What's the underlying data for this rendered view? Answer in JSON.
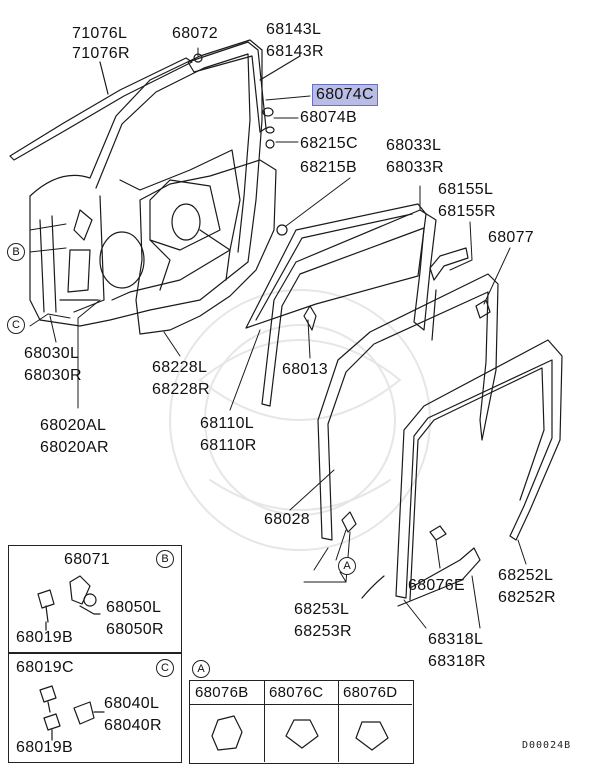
{
  "diagram_code": "D00024B",
  "labels": {
    "l71076": "71076L",
    "r71076": "71076R",
    "p68072": "68072",
    "l68143": "68143L",
    "r68143": "68143R",
    "p68074c": "68074C",
    "p68074b": "68074B",
    "l68215": "68215C",
    "r68215": "68215B",
    "l68033": "68033L",
    "r68033": "68033R",
    "l68155": "68155L",
    "r68155": "68155R",
    "p68077": "68077",
    "l68030": "68030L",
    "r68030": "68030R",
    "l68228": "68228L",
    "r68228": "68228R",
    "p68013": "68013",
    "l68020": "68020AL",
    "r68020": "68020AR",
    "l68110": "68110L",
    "r68110": "68110R",
    "p68028": "68028",
    "l68252": "68252L",
    "r68252": "68252R",
    "p68076e": "68076E",
    "l68253": "68253L",
    "r68253": "68253R",
    "l68318": "68318L",
    "r68318": "68318R"
  },
  "callouts": {
    "b": "B",
    "c": "C",
    "a": "A"
  },
  "inset_b": {
    "badge": "B",
    "p68071": "68071",
    "l68050": "68050L",
    "r68050": "68050R",
    "p68019b": "68019B"
  },
  "inset_c": {
    "badge": "C",
    "p68019c": "68019C",
    "l68040": "68040L",
    "r68040": "68040R",
    "p68019b": "68019B"
  },
  "inset_a": {
    "badge": "A",
    "cols": [
      "68076B",
      "68076C",
      "68076D"
    ]
  }
}
